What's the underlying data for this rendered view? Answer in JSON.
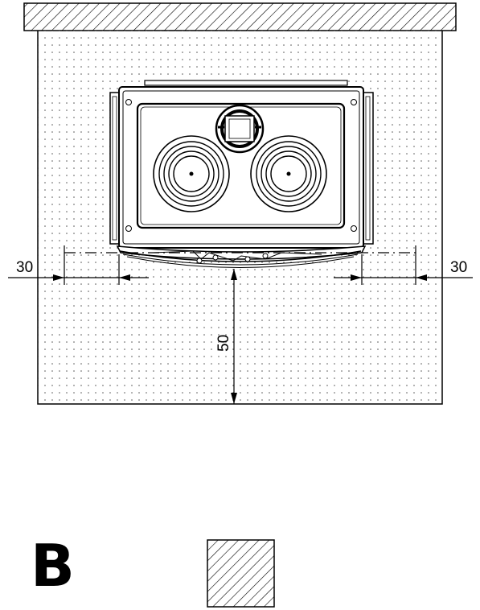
{
  "drawing": {
    "section_label": "B",
    "dimensions": {
      "left_clearance": "30",
      "right_clearance": "30",
      "front_clearance": "50"
    },
    "colors": {
      "line": "#000000",
      "background": "#ffffff",
      "dot_pattern": "#555555"
    }
  }
}
